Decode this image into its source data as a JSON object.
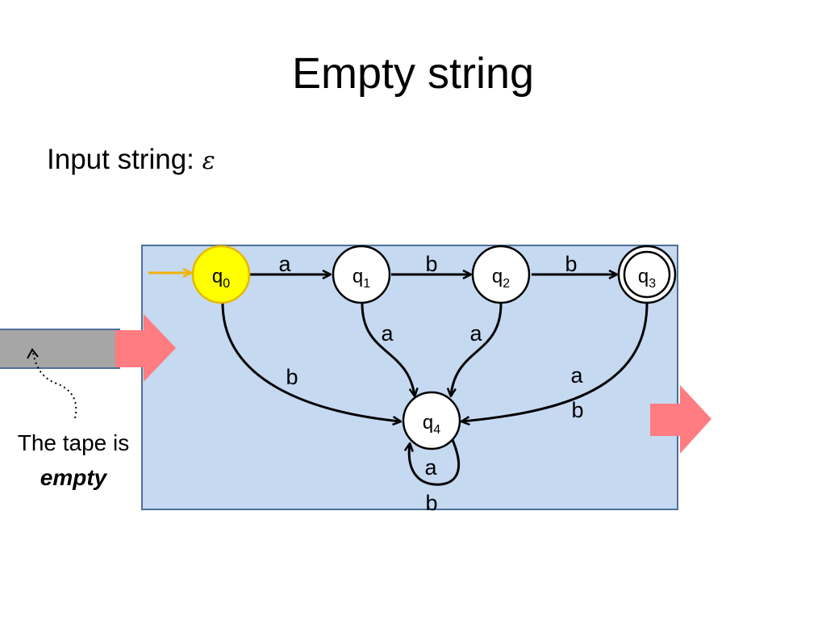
{
  "slide": {
    "title": "Empty string",
    "input_label": "Input string: ",
    "input_value": "ε"
  },
  "tape": {
    "note_line1": "The tape is",
    "note_line2": "empty"
  },
  "automaton": {
    "states": [
      {
        "id": "q0",
        "base": "q",
        "sub": "0",
        "start": true,
        "accepting": false
      },
      {
        "id": "q1",
        "base": "q",
        "sub": "1",
        "start": false,
        "accepting": false
      },
      {
        "id": "q2",
        "base": "q",
        "sub": "2",
        "start": false,
        "accepting": false
      },
      {
        "id": "q3",
        "base": "q",
        "sub": "3",
        "start": false,
        "accepting": true
      },
      {
        "id": "q4",
        "base": "q",
        "sub": "4",
        "start": false,
        "accepting": false
      }
    ],
    "transitions": [
      {
        "from": "q0",
        "to": "q1",
        "label": "a"
      },
      {
        "from": "q1",
        "to": "q2",
        "label": "b"
      },
      {
        "from": "q2",
        "to": "q3",
        "label": "b"
      },
      {
        "from": "q0",
        "to": "q4",
        "label": "b"
      },
      {
        "from": "q1",
        "to": "q4",
        "label": "a"
      },
      {
        "from": "q2",
        "to": "q4",
        "label": "a"
      },
      {
        "from": "q3",
        "to": "q4",
        "label_line1": "a",
        "label_line2": "b"
      },
      {
        "from": "q4",
        "to": "q4",
        "label_line1": "a",
        "label_line2": "b"
      }
    ]
  },
  "colors": {
    "machine_fill": "#c5d9f1",
    "machine_border": "#4f6f99",
    "active_state": "#ffff00",
    "active_state_border": "#e6b800",
    "start_arrow": "#f0b400",
    "tape_fill": "#a6a6a6",
    "tape_border": "#4f6f99",
    "big_arrow": "#ff7c80"
  }
}
